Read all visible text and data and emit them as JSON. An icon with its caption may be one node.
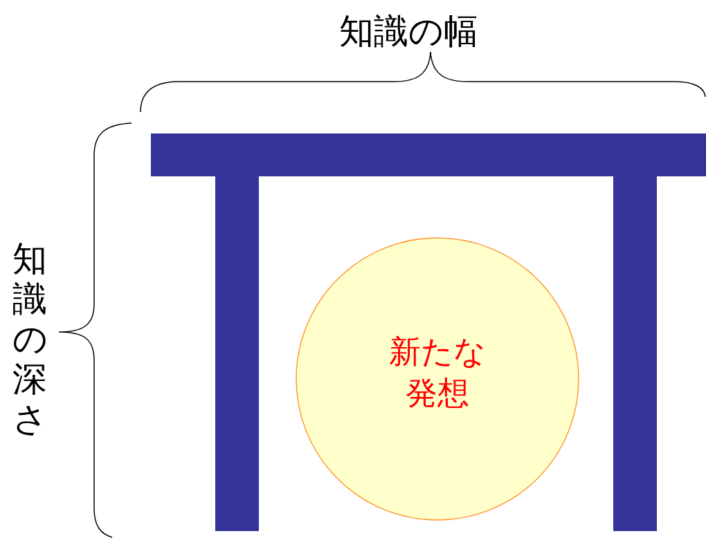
{
  "diagram": {
    "nodes": [
      {
        "text": [
          "新たな発想"
        ]
      }
    ],
    "labels": [
      "知識の幅",
      "知識の深さ"
    ]
  }
}
